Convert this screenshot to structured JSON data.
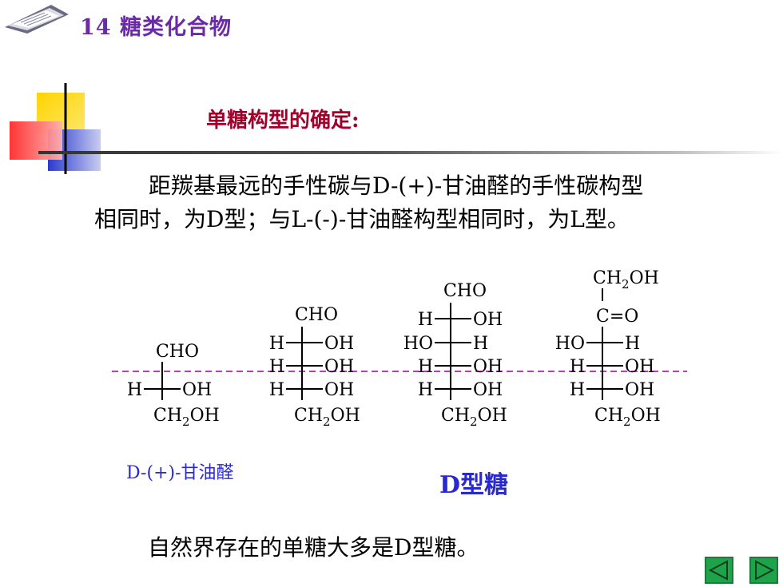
{
  "header": {
    "title": "14  糖类化合物",
    "icon": "paper-stack-icon"
  },
  "section": {
    "title": "单糖构型的确定:"
  },
  "paragraph": {
    "line1": "距羰基最远的手性碳与D-(+)-甘油醛的手性碳构型",
    "line2": "相同时，为D型；与L-(-)-甘油醛构型相同时，为L型。"
  },
  "structures": {
    "s1": {
      "top": "CHO",
      "left": "H",
      "right": "OH",
      "bottom": "CH₂OH"
    },
    "s2": {
      "top": "CHO",
      "left": [
        "H",
        "H",
        "H"
      ],
      "right": [
        "OH",
        "OH",
        "OH"
      ],
      "bottom": "CH₂OH"
    },
    "s3": {
      "top": "CHO",
      "left": [
        "H",
        "HO",
        "H",
        "H"
      ],
      "right": [
        "OH",
        "H",
        "OH",
        "OH"
      ],
      "bottom": "CH₂OH"
    },
    "s4": {
      "top": "CH₂OH",
      "carbonyl": "C=O",
      "left": [
        "HO",
        "H",
        "H"
      ],
      "right": [
        "H",
        "OH",
        "OH"
      ],
      "bottom": "CH₂OH"
    }
  },
  "labels": {
    "glyceraldehyde": "D-(+)-甘油醛",
    "d_sugar": "D型糖"
  },
  "bottom_text": "自然界存在的单糖大多是D型糖。",
  "nav": {
    "prev": "prev-arrow",
    "next": "next-arrow"
  },
  "colors": {
    "title": "#6b2aa6",
    "section": "#a0002a",
    "label": "#2a2acc",
    "dashed": "#c03ac0",
    "nav": "#1fa34a"
  }
}
